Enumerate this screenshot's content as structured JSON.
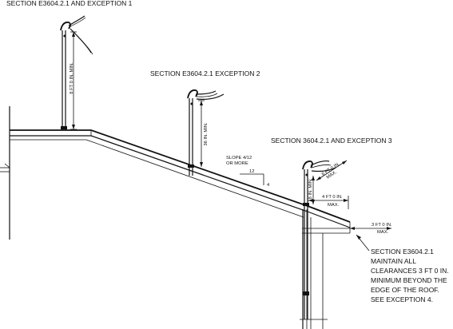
{
  "labels": {
    "top_section": "SECTION E3604.2.1 AND EXCEPTION 1",
    "mid_section": "SECTION E3604.2.1 EXCEPTION 2",
    "right_section": "SECTION 3604.2.1 AND EXCEPTION 3",
    "dim_8ft": "8 FT 0 IN. MIN.",
    "dim_36in": "36 IN. MIN.",
    "dim_18in": "18 IN. MIN.",
    "dim_6ft_line1": "6 FT 0 IN.",
    "dim_6ft_line2": "MAX.",
    "dim_4ft_line1": "4 FT 0 IN.",
    "dim_4ft_line2": "MAX.",
    "dim_3ft_line1": "3 FT 0 IN.",
    "dim_3ft_line2": "MAX.",
    "slope_line1": "SLOPE 4/12",
    "slope_line2": "OR MORE",
    "slope_run": "12",
    "slope_rise": "4",
    "note_line1": "SECTION E3604.2.1",
    "note_line2": "MAINTAIN ALL",
    "note_line3": "CLEARANCES 3 FT 0 IN.",
    "note_line4": "MINIMUM BEYOND THE",
    "note_line5": "EDGE OF THE ROOF.",
    "note_line6": "SEE EXCEPTION 4."
  }
}
